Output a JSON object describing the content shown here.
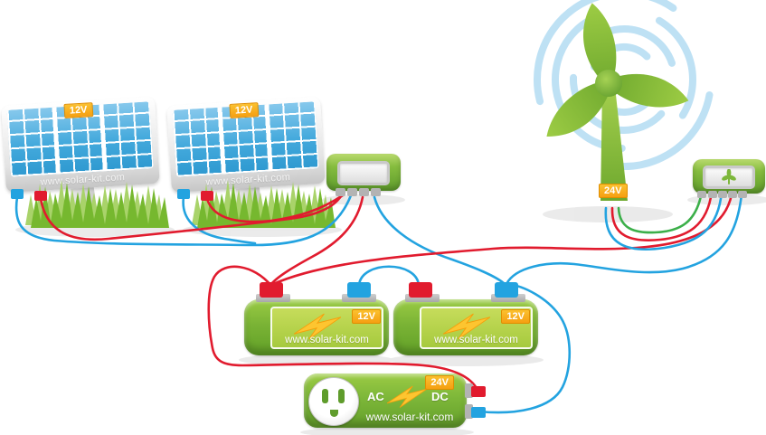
{
  "solar_panels": [
    {
      "voltage": "12V",
      "brand": "www.solar-kit.com"
    },
    {
      "voltage": "12V",
      "brand": "www.solar-kit.com"
    }
  ],
  "wind_turbine": {
    "voltage": "24V"
  },
  "batteries": [
    {
      "voltage": "12V",
      "brand": "www.solar-kit.com"
    },
    {
      "voltage": "12V",
      "brand": "www.solar-kit.com"
    }
  ],
  "inverter": {
    "ac_label": "AC",
    "dc_label": "DC",
    "voltage": "24V",
    "brand": "www.solar-kit.com"
  },
  "icons": {
    "lightning_bolt": "lightning-bolt-icon",
    "turbine": "turbine-icon",
    "power_outlet": "power-outlet-icon"
  },
  "colors": {
    "wire_positive": "#E11B2E",
    "wire_negative": "#23A3E0",
    "wire_ground": "#3BAF49",
    "device_green": "#7DB73B",
    "badge_orange": "#F9A825",
    "panel_blue": "#3FA9DC",
    "grass_green": "#76B82F",
    "swirl_blue": "#B3DCF3"
  }
}
